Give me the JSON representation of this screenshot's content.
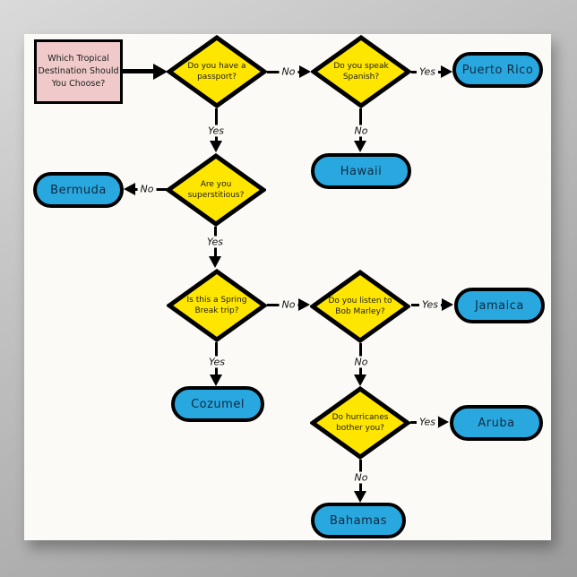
{
  "palette": {
    "decision_fill": "#ffe600",
    "destination_fill": "#29a8e0",
    "start_fill": "#f0caca",
    "poster_bg": "#fbfaf7",
    "line_color": "#000000",
    "backdrop_gray": "#b0b0b0"
  },
  "start": {
    "label": "Which Tropical Destination Should You Choose?",
    "lines": [
      "Which Tropical",
      "Destination Should",
      "You Choose?"
    ]
  },
  "decisions": [
    {
      "id": "passport",
      "label": "Do you have a passport?",
      "lines": [
        "Do you have a",
        "passport?"
      ]
    },
    {
      "id": "spanish",
      "label": "Do you speak Spanish?",
      "lines": [
        "Do you speak",
        "Spanish?"
      ]
    },
    {
      "id": "superstitious",
      "label": "Are you superstitious?",
      "lines": [
        "Are you",
        "superstitious?"
      ]
    },
    {
      "id": "spring-break",
      "label": "Is this a Spring Break trip?",
      "lines": [
        "Is this a Spring",
        "Break trip?"
      ]
    },
    {
      "id": "bob-marley",
      "label": "Do you listen to Bob Marley?",
      "lines": [
        "Do you listen to",
        "Bob Marley?"
      ]
    },
    {
      "id": "hurricanes",
      "label": "Do hurricanes bother you?",
      "lines": [
        "Do hurricanes",
        "bother you?"
      ]
    }
  ],
  "destinations": [
    {
      "id": "puerto-rico",
      "label": "Puerto Rico"
    },
    {
      "id": "hawaii",
      "label": "Hawaii"
    },
    {
      "id": "bermuda",
      "label": "Bermuda"
    },
    {
      "id": "jamaica",
      "label": "Jamaica"
    },
    {
      "id": "cozumel",
      "label": "Cozumel"
    },
    {
      "id": "aruba",
      "label": "Aruba"
    },
    {
      "id": "bahamas",
      "label": "Bahamas"
    }
  ],
  "edges": [
    {
      "from": "start",
      "to": "passport",
      "label": ""
    },
    {
      "from": "passport",
      "to": "spanish",
      "label": "No"
    },
    {
      "from": "spanish",
      "to": "puerto-rico",
      "label": "Yes"
    },
    {
      "from": "passport",
      "to": "superstitious",
      "label": "Yes"
    },
    {
      "from": "spanish",
      "to": "hawaii",
      "label": "No"
    },
    {
      "from": "superstitious",
      "to": "bermuda",
      "label": "No"
    },
    {
      "from": "superstitious",
      "to": "spring-break",
      "label": "Yes"
    },
    {
      "from": "spring-break",
      "to": "bob-marley",
      "label": "No"
    },
    {
      "from": "bob-marley",
      "to": "jamaica",
      "label": "Yes"
    },
    {
      "from": "spring-break",
      "to": "cozumel",
      "label": "Yes"
    },
    {
      "from": "bob-marley",
      "to": "hurricanes",
      "label": "No"
    },
    {
      "from": "hurricanes",
      "to": "aruba",
      "label": "Yes"
    },
    {
      "from": "hurricanes",
      "to": "bahamas",
      "label": "No"
    }
  ]
}
